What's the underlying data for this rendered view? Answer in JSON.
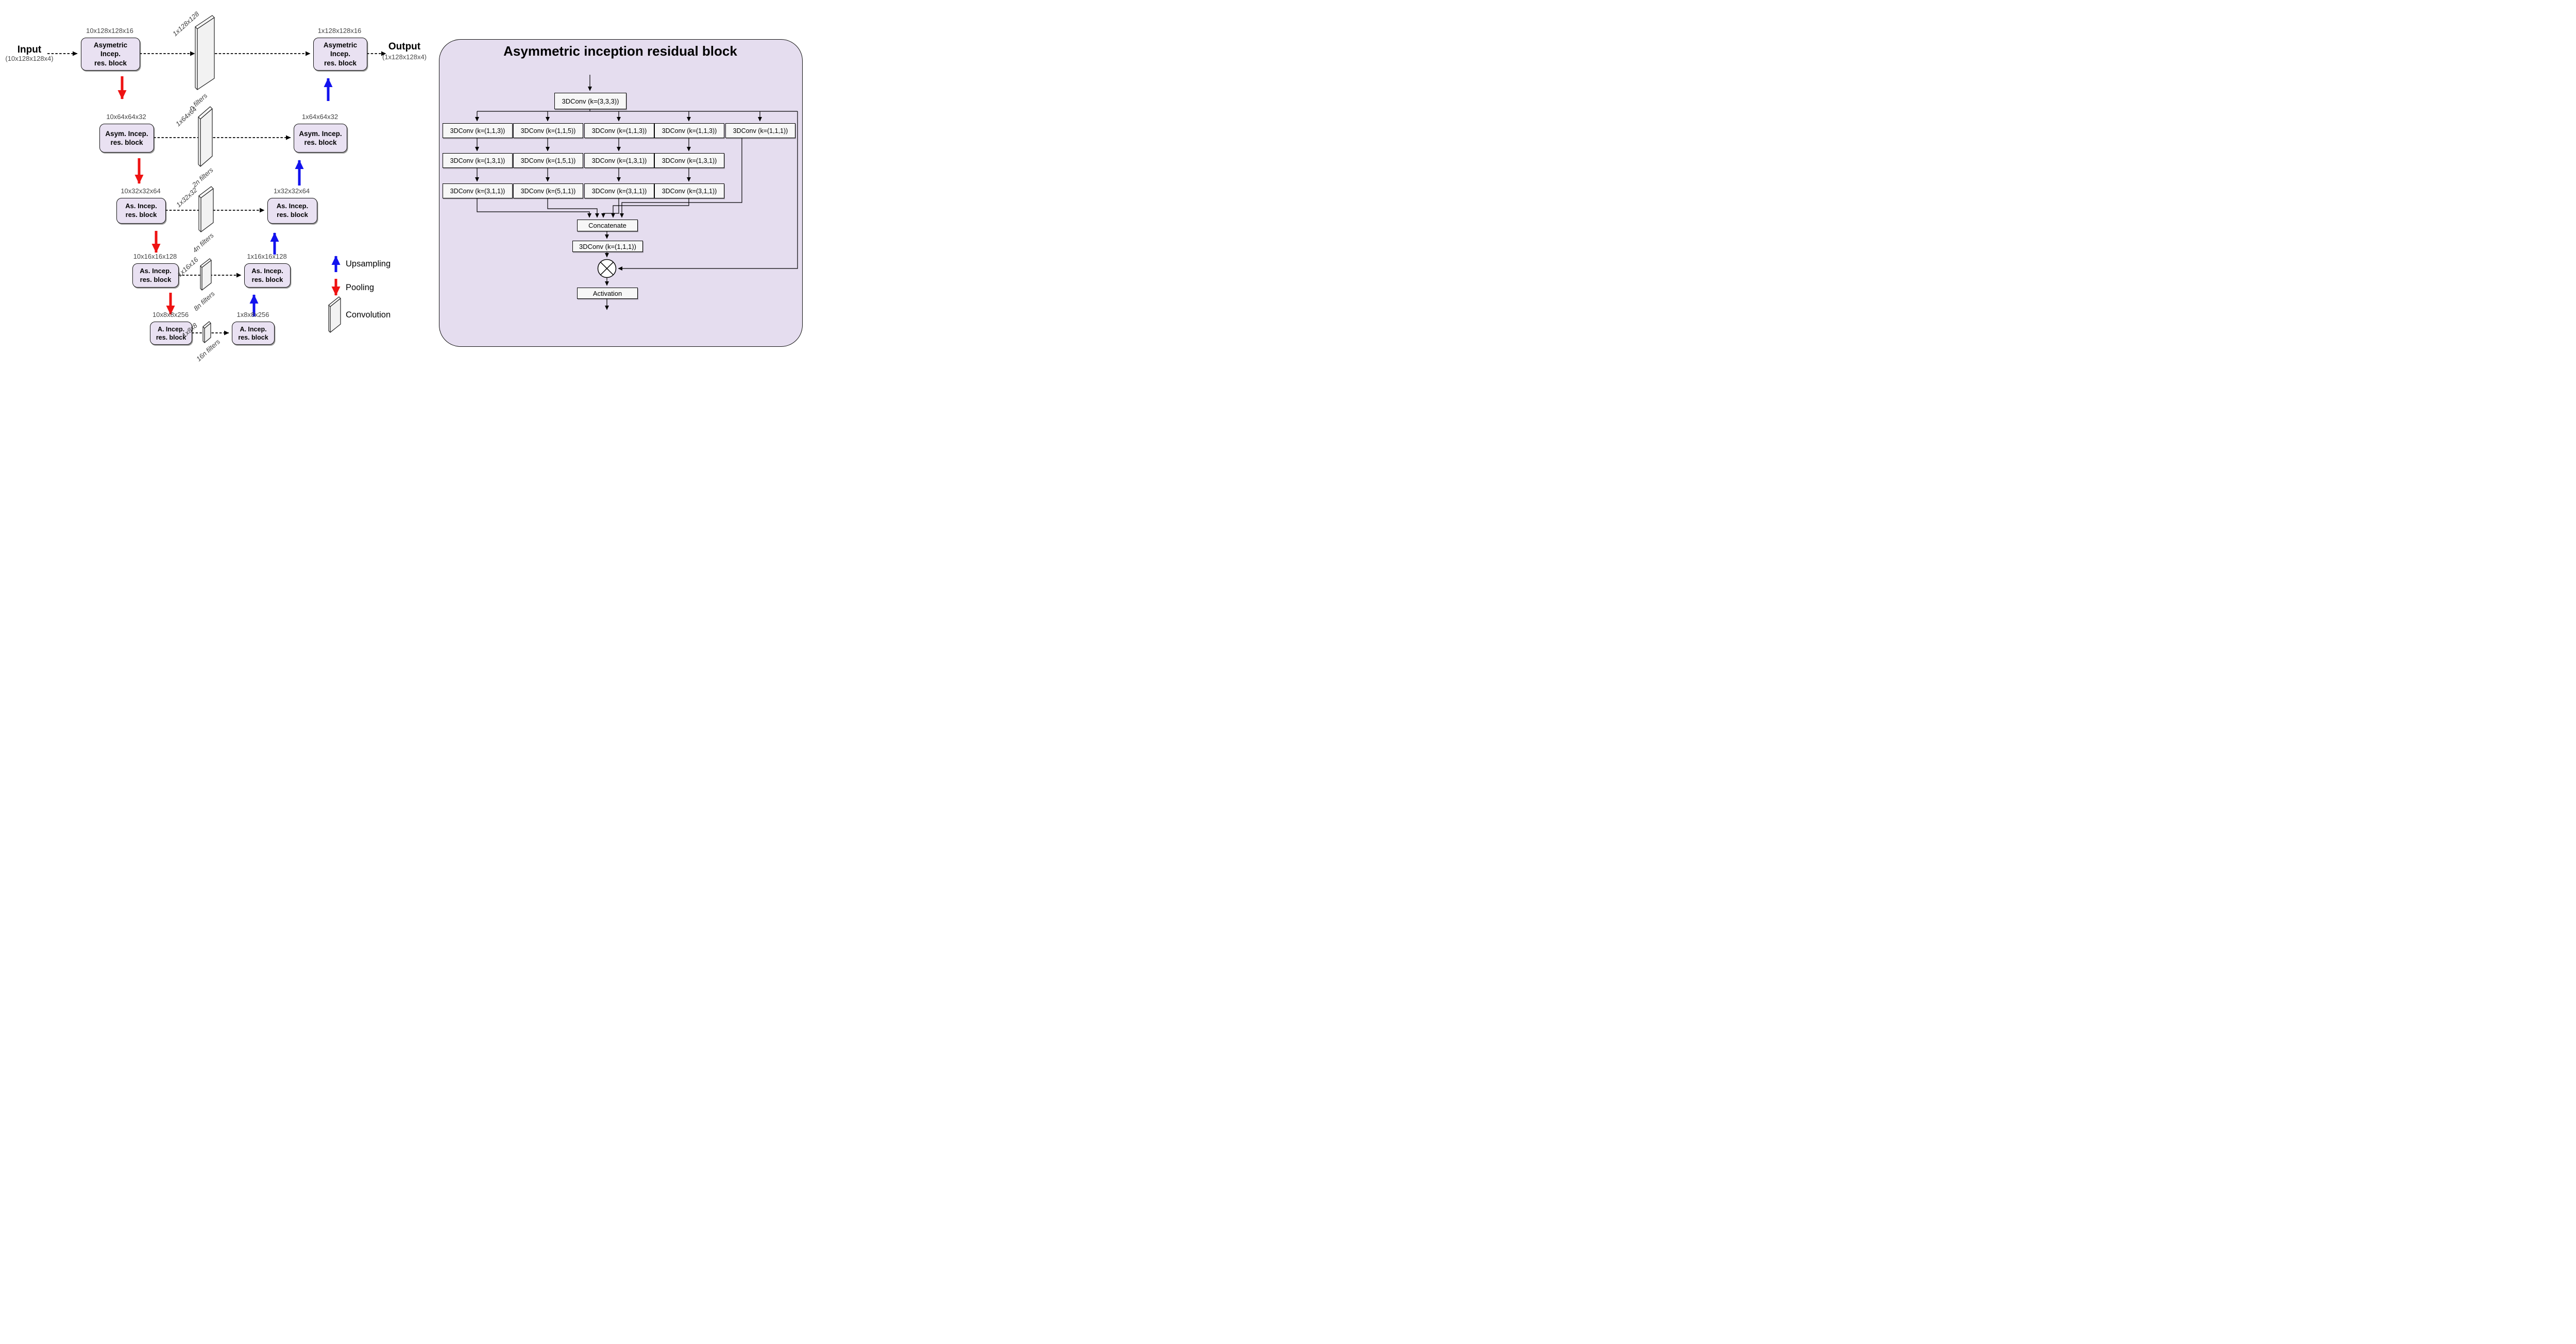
{
  "colors": {
    "block_fill": "#e9e1f2",
    "panel_fill": "#e5ddef",
    "node_fill": "#f7f7f7",
    "upsampling_arrow": "#1212ee",
    "pooling_arrow": "#ee1212",
    "line": "#000000",
    "dim_text": "#454545"
  },
  "io": {
    "input_label": "Input",
    "input_shape": "(10x128x128x4)",
    "output_label": "Output",
    "output_shape": "(1x128x128x4)"
  },
  "levels": [
    {
      "enc_dim": "10x128x128x16",
      "enc_label": "Asymetric\nIncep.\nres. block",
      "plate_dim": "1x128x128",
      "plate_filters": "n filters",
      "dec_dim": "1x128x128x16",
      "dec_label": "Asymetric\nIncep.\nres. block"
    },
    {
      "enc_dim": "10x64x64x32",
      "enc_label": "Asym. Incep.\nres. block",
      "plate_dim": "1x64x64",
      "plate_filters": "2n filters",
      "dec_dim": "1x64x64x32",
      "dec_label": "Asym. Incep.\nres. block"
    },
    {
      "enc_dim": "10x32x32x64",
      "enc_label": "As. Incep.\nres. block",
      "plate_dim": "1x32x32",
      "plate_filters": "4n filters",
      "dec_dim": "1x32x32x64",
      "dec_label": "As. Incep.\nres. block"
    },
    {
      "enc_dim": "10x16x16x128",
      "enc_label": "As. Incep.\nres. block",
      "plate_dim": "1x16x16",
      "plate_filters": "8n filters",
      "dec_dim": "1x16x16x128",
      "dec_label": "As. Incep.\nres. block"
    },
    {
      "enc_dim": "10x8x8x256",
      "enc_label": "A. Incep.\nres. block",
      "plate_dim": "1x8x8",
      "plate_filters": "16n filters",
      "dec_dim": "1x8x8x256",
      "dec_label": "A. Incep.\nres. block"
    }
  ],
  "legend": {
    "upsampling": "Upsampling",
    "pooling": "Pooling",
    "convolution": "Convolution"
  },
  "panel": {
    "title": "Asymmetric inception residual block",
    "top_conv": "3DConv (k=(3,3,3))",
    "branches": [
      {
        "convs": [
          "3DConv (k=(1,1,3))",
          "3DConv (k=(1,3,1))",
          "3DConv (k=(3,1,1))"
        ]
      },
      {
        "convs": [
          "3DConv (k=(1,1,5))",
          "3DConv (k=(1,5,1))",
          "3DConv (k=(5,1,1))"
        ]
      },
      {
        "convs": [
          "3DConv (k=(1,1,3))",
          "3DConv (k=(1,3,1))",
          "3DConv (k=(3,1,1))"
        ]
      },
      {
        "convs": [
          "3DConv (k=(1,1,3))",
          "3DConv (k=(1,3,1))",
          "3DConv (k=(3,1,1))"
        ]
      },
      {
        "convs": [
          "3DConv (k=(1,1,1))"
        ]
      }
    ],
    "concatenate": "Concatenate",
    "conv_1x1": "3DConv (k=(1,1,1))",
    "activation": "Activation"
  }
}
